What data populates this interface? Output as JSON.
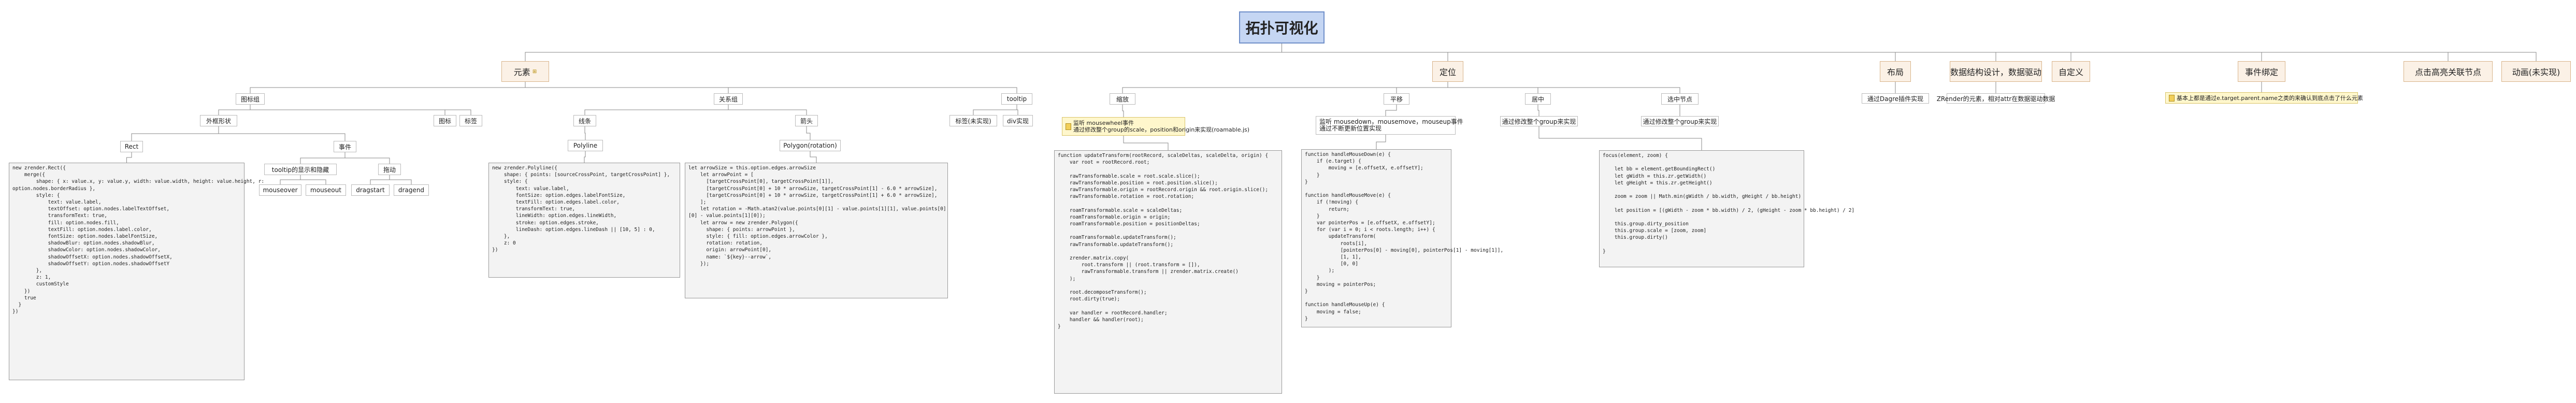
{
  "title": "拓扑可视化",
  "top_nodes": {
    "elements": "元素",
    "locate": "定位",
    "layout": "布局",
    "data_design": "数据结构设计，数据驱动",
    "custom": "自定义",
    "event": "事件绑定",
    "highlight": "点击高亮关联节点",
    "animation": "动画(未实现)"
  },
  "elements_badge": "⊞",
  "elements_children": {
    "icon_group": "图标组",
    "relation_group": "关系组",
    "tooltip": "tooltip",
    "shape": "外框形状",
    "rect": "Rect",
    "icon": "图标",
    "tag": "标签",
    "event": "事件",
    "tooltip_show_hide": "tooltip的显示和隐藏",
    "drag": "拖动",
    "mouseover": "mouseover",
    "mouseout": "mouseout",
    "dragstart": "dragstart",
    "dragend": "dragend",
    "line": "线条",
    "polyline": "Polyline",
    "arrow": "箭头",
    "polygon_rotation": "Polygon(rotation)",
    "tag_impl": "标签(未实现)",
    "div_impl": "div实现"
  },
  "locate_children": {
    "zoom": "缩放",
    "pan": "平移",
    "center": "居中",
    "select_node": "选中节点"
  },
  "notes": {
    "zoom_note": "监听 mousewheel事件\n通过修改整个group的scale，position和origin来实现(roamable.js)",
    "pan_note": "监听 mousedown，mousemove，mouseup事件\n通过不断更新位置实现",
    "center_note": "通过修改整个group来实现",
    "select_note": "通过修改整个group来实现",
    "layout_note": "通过Dagre插件实现",
    "data_note": "ZRender的元素，相对attr在数据驱动数据",
    "event_note": "基本上都是通过e.target.parent.name之类的来确认到底点击了什么元素"
  },
  "code": {
    "rect": "new zrender.Rect({\n    merge({\n        shape: { x: value.x, y: value.y, width: value.width, height: value.height, r:\noption.nodes.borderRadius },\n        style: {\n            text: value.label,\n            textOffset: option.nodes.labelTextOffset,\n            transformText: true,\n            fill: option.nodes.fill,\n            textFill: option.nodes.label.color,\n            fontSize: option.nodes.labelFontSize,\n            shadowBlur: option.nodes.shadowBlur,\n            shadowColor: option.nodes.shadowColor,\n            shadowOffsetX: option.nodes.shadowOffsetX,\n            shadowOffsetY: option.nodes.shadowOffsetY\n        },\n        z: 1,\n        customStyle\n    })\n    true\n  }\n})",
    "polyline": "new zrender.Polyline({\n    shape: { points: [sourceCrossPoint, targetCrossPoint] },\n    style: {\n        text: value.label,\n        fontSize: option.edges.labelFontSize,\n        textFill: option.edges.label.color,\n        transformText: true,\n        lineWidth: option.edges.lineWidth,\n        stroke: option.edges.stroke,\n        lineDash: option.edges.lineDash || [10, 5] : 0,\n    },\n    z: 0\n})",
    "arrow": "let arrowSize = this.option.edges.arrowSize\n    let arrowPoint = [\n      [targetCrossPoint[0], targetCrossPoint[1]],\n      [targetCrossPoint[0] + 10 * arrowSize, targetCrossPoint[1] - 6.0 * arrowSize],\n      [targetCrossPoint[0] + 10 * arrowSize, targetCrossPoint[1] + 6.0 * arrowSize],\n    ];\n    let rotation = -Math.atan2(value.points[0][1] - value.points[1][1], value.points[0]\n[0] - value.points[1][0]);\n    let arrow = new zrender.Polygon({\n      shape: { points: arrowPoint },\n      style: { fill: option.edges.arrowColor },\n      rotation: rotation,\n      origin: arrowPoint[0],\n      name: `${key}--arrow`,\n    });",
    "zoom": "function updateTransform(rootRecord, scaleDeltas, scaleDelta, origin) {\n    var root = rootRecord.root;\n\n    rawTransformable.scale = root.scale.slice();\n    rawTransformable.position = root.position.slice();\n    rawTransformable.origin = rootRecord.origin && root.origin.slice();\n    rawTransformable.rotation = root.rotation;\n\n    roamTransformable.scale = scaleDeltas;\n    roamTransformable.origin = origin;\n    roamTransformable.position = positionDeltas;\n\n    roamTransformable.updateTransform();\n    rawTransformable.updateTransform();\n\n    zrender.matrix.copy(\n        root.transform || (root.transform = []),\n        rawTransformable.transform || zrender.matrix.create()\n    );\n\n    root.decomposeTransform();\n    root.dirty(true);\n\n    var handler = rootRecord.handler;\n    handler && handler(root);\n}",
    "pan": "function handleMouseDown(e) {\n    if (e.target) {\n        moving = [e.offsetX, e.offsetY];\n    }\n}\n\nfunction handleMouseMove(e) {\n    if (!moving) {\n        return;\n    }\n    var pointerPos = [e.offsetX, e.offsetY];\n    for (var i = 0; i < roots.length; i++) {\n        updateTransform(\n            roots[i],\n            [pointerPos[0] - moving[0], pointerPos[1] - moving[1]],\n            [1, 1],\n            [0, 0]\n        );\n    }\n    moving = pointerPos;\n}\n\nfunction handleMouseUp(e) {\n    moving = false;\n}",
    "center": "focus(element, zoom) {\n\n    let bb = element.getBoundingRect()\n    let gWidth = this.zr.getWidth()\n    let gHeight = this.zr.getHeight()\n\n    zoom = zoom || Math.min(gWidth / bb.width, gHeight / bb.height)\n\n    let position = [(gWidth - zoom * bb.width) / 2, (gHeight - zoom * bb.height) / 2]\n\n    this.group.dirty_position\n    this.group.scale = [zoom, zoom]\n    this.group.dirty()\n\n}"
  }
}
